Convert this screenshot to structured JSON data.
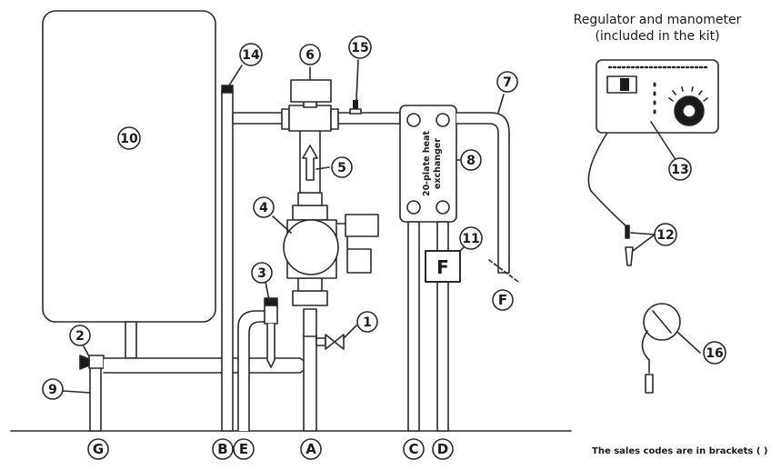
{
  "title": {
    "line1": "Regulator and manometer",
    "line2": "(included in the kit)"
  },
  "heat_exchanger": {
    "line1": "20-plate heat",
    "line2": "exchanger"
  },
  "filter_label": "F",
  "footnote": "The sales codes are in brackets ( )",
  "callouts": {
    "c1": "1",
    "c2": "2",
    "c3": "3",
    "c4": "4",
    "c5": "5",
    "c6": "6",
    "c7": "7",
    "c8": "8",
    "c9": "9",
    "c10": "10",
    "c11": "11",
    "c12": "12",
    "c13": "13",
    "c14": "14",
    "c15": "15",
    "c16": "16"
  },
  "connections": {
    "G": "G",
    "B": "B",
    "E": "E",
    "A": "A",
    "C": "C",
    "D": "D",
    "F": "F"
  },
  "colors": {
    "line": "#2a2a2a",
    "fill": "#ffffff",
    "dark": "#1a1a1a"
  }
}
